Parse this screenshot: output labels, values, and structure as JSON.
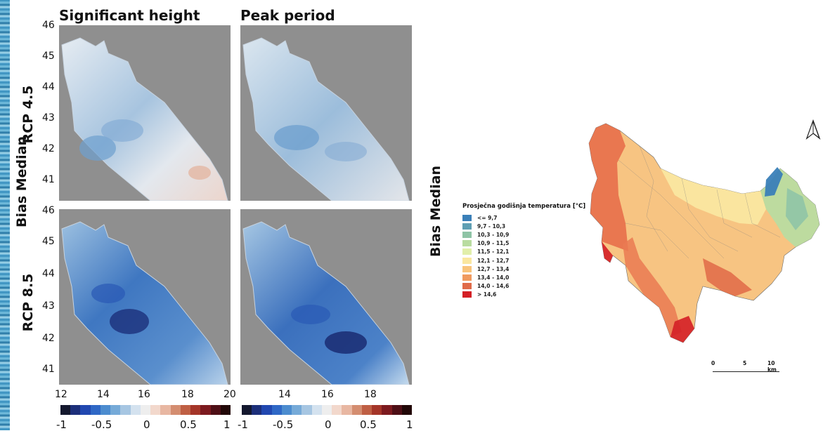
{
  "left_figure": {
    "column_titles": [
      "Significant height",
      "Peak period"
    ],
    "row_titles": [
      "RCP 4.5",
      "RCP 8.5"
    ],
    "y_label": "Bias Median",
    "y_ticks": [
      "46",
      "45",
      "44",
      "43",
      "42",
      "41"
    ],
    "y_ticks_lower": [
      "46",
      "45",
      "44",
      "43",
      "42",
      "41"
    ],
    "x_ticks_left": [
      "12",
      "14",
      "16",
      "18",
      "20"
    ],
    "x_ticks_right": [
      "14",
      "16",
      "18"
    ],
    "colorbar_ticks": [
      "-1",
      "-0.5",
      "0",
      "0.5",
      "1"
    ],
    "colorbar_colors": [
      "#14182e",
      "#1c2f7a",
      "#2148b0",
      "#2f68c6",
      "#4c8ccf",
      "#76aad8",
      "#a6c6e2",
      "#d4e2ef",
      "#eeeeee",
      "#f2d8cc",
      "#e8b7a2",
      "#d48d70",
      "#bf5f44",
      "#a43528",
      "#7c1a1f",
      "#4e0f16",
      "#220808"
    ]
  },
  "right_figure": {
    "y_label": "Bias Median",
    "legend_title": "Prosječna godišnja temperatura [°C]",
    "legend_items": [
      {
        "label": "<= 9,7",
        "color": "#3a7fb8"
      },
      {
        "label": "9,7 - 10,3",
        "color": "#5f9fb3"
      },
      {
        "label": "10,3 - 10,9",
        "color": "#8fc4a6"
      },
      {
        "label": "10,9 - 11,5",
        "color": "#b9dca0"
      },
      {
        "label": "11,5 - 12,1",
        "color": "#e1efaa"
      },
      {
        "label": "12,1 - 12,7",
        "color": "#fae7a0"
      },
      {
        "label": "12,7 - 13,4",
        "color": "#f9c47c"
      },
      {
        "label": "13,4 - 14,0",
        "color": "#f09a5f"
      },
      {
        "label": "14,0 - 14,6",
        "color": "#e06a48"
      },
      {
        "label": "> 14,6",
        "color": "#d41f26"
      }
    ],
    "scale_bar": {
      "labels": [
        "0",
        "5",
        "10 km"
      ]
    },
    "north_arrow_icon": "north-arrow-icon"
  }
}
